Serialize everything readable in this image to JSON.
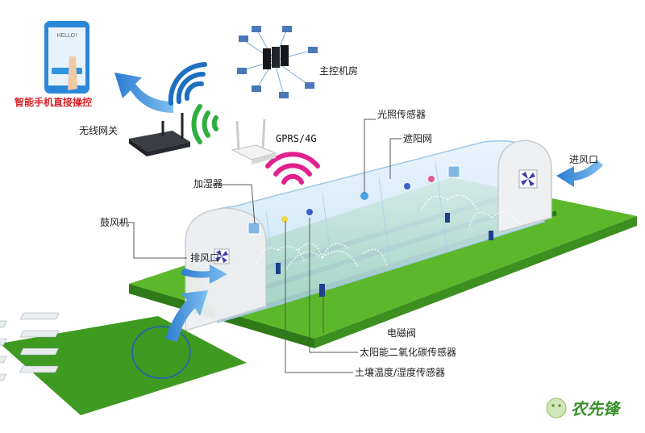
{
  "labels": {
    "smartphone": "智能手机直接操控",
    "wireless_gateway": "无线网关",
    "control_room": "主控机房",
    "gprs": "GPRS/4G",
    "light_sensor": "光照传感器",
    "shade_net": "遮阳网",
    "humidifier": "加湿器",
    "air_inlet": "进风口",
    "blower": "鼓风机",
    "exhaust": "排风口",
    "solenoid_valve": "电磁阀",
    "co2_sensor": "太阳能二氧化碳传感器",
    "soil_sensor": "土壤温度/湿度传感器"
  },
  "phone": {
    "screen_text": "HELLO!"
  },
  "watermark": {
    "brand": "农先锋"
  },
  "colors": {
    "field": "#4fa321",
    "field_dark": "#2e7d1a",
    "tunnel_glass": "#cfe6f7",
    "wifi_blue": "#1f6fc0",
    "wifi_green": "#2fae3f",
    "wifi_magenta": "#e0208f",
    "arrow": "#3f8fd6",
    "label_red": "#d8232a"
  }
}
